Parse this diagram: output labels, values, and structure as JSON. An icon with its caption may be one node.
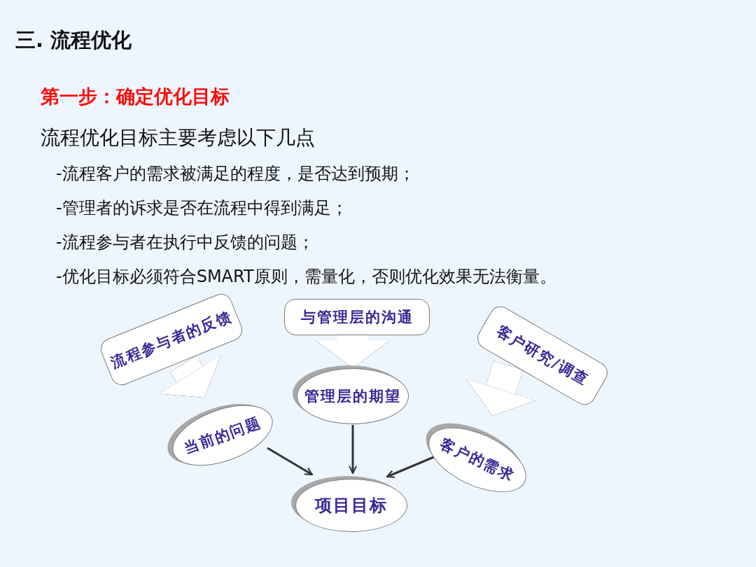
{
  "diagram": {
    "title": "三. 流程优化",
    "nodes": [
      {
        "text": [
          "流程参与者的反馈"
        ]
      },
      {
        "text": [
          "当前的问题"
        ]
      },
      {
        "text": [
          "与管理层的沟通"
        ]
      },
      {
        "text": [
          "管理层的期望"
        ]
      },
      {
        "text": [
          "客户研究/调查"
        ]
      },
      {
        "text": [
          "客户的需求"
        ]
      },
      {
        "text": [
          "项目目标"
        ]
      }
    ],
    "edges": [
      {
        "from": 0,
        "to": 1,
        "arrow": "to",
        "style": "thick"
      },
      {
        "from": 2,
        "to": 3,
        "arrow": "to",
        "style": "thick"
      },
      {
        "from": 4,
        "to": 5,
        "arrow": "to",
        "style": "thick"
      },
      {
        "from": 1,
        "to": 6,
        "arrow": "to",
        "color": "#333333"
      },
      {
        "from": 3,
        "to": 6,
        "arrow": "to",
        "color": "#333333"
      },
      {
        "from": 5,
        "to": 6,
        "arrow": "to",
        "color": "#333333"
      }
    ],
    "labels": [
      "第一步：确定优化目标",
      "流程优化目标主要考虑以下几点",
      "-流程客户的需求被满足的程度，是否达到预期；",
      "-管理者的诉求是否在流程中得到满足；",
      "-流程参与者在执行中反馈的问题；",
      "-优化目标必须符合SMART原则，需量化，否则优化效果无法衡量。"
    ]
  }
}
